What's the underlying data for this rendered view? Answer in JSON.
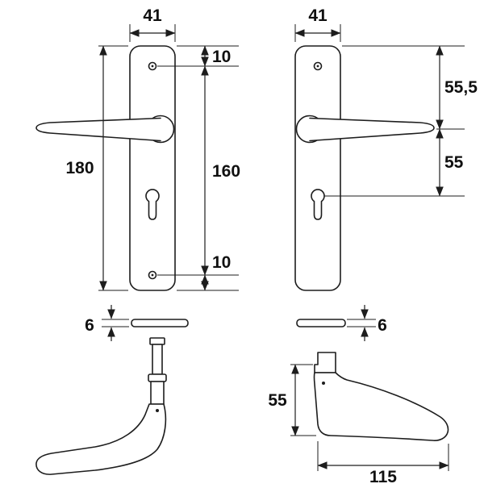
{
  "colors": {
    "line": "#1d1d1d",
    "background": "#ffffff"
  },
  "dimensions": {
    "plate_width_left": "41",
    "plate_width_right": "41",
    "top_hole_offset": "10",
    "hole_spacing": "160",
    "bottom_hole_offset": "10",
    "plate_height": "180",
    "plate_top_to_handle": "55,5",
    "handle_to_keyhole": "55",
    "plate_thickness_left": "6",
    "plate_thickness_right": "6",
    "handle_drop": "55",
    "handle_length": "115"
  }
}
